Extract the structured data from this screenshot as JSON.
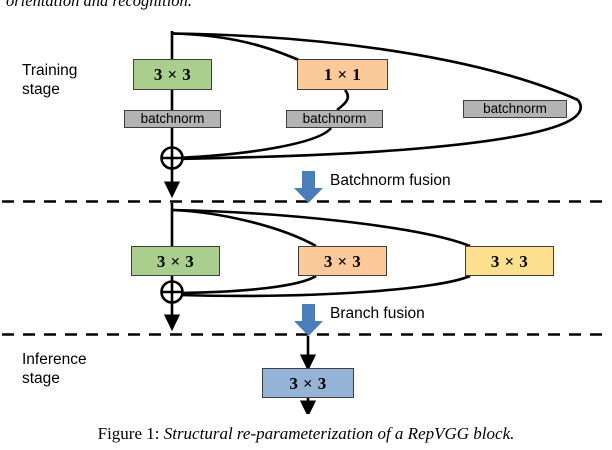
{
  "page": {
    "top_cut_text": "orientation and recognition.",
    "background": "#ffffff"
  },
  "colors": {
    "conv3x3_green": "#a9ce8d",
    "conv1x1_orange": "#fbc99a",
    "identity_yellow": "#fce08d",
    "fused_blue": "#95b3d7",
    "batchnorm_gray": "#b3b3b3",
    "arrow_blue": "#4a7ebb",
    "stroke_black": "#000000",
    "box_border": "#3f3f3f"
  },
  "diagram": {
    "training": {
      "stage_label": "Training\nstage",
      "branches": [
        {
          "name": "conv3x3",
          "op_label": "3 × 3",
          "norm_label": "batchnorm",
          "color": "#a9ce8d"
        },
        {
          "name": "conv1x1",
          "op_label": "1 × 1",
          "norm_label": "batchnorm",
          "color": "#fbc99a"
        },
        {
          "name": "identity",
          "op_label": "",
          "norm_label": "batchnorm",
          "color": "#b3b3b3"
        }
      ],
      "merge_symbol": "⊕"
    },
    "fusion_steps": [
      {
        "name": "batchnorm-fusion",
        "label": "Batchnorm fusion"
      },
      {
        "name": "branch-fusion",
        "label": "Branch fusion"
      }
    ],
    "fused_branches": {
      "merge_symbol": "⊕",
      "boxes": [
        {
          "name": "fused-conv3x3-green",
          "label": "3 × 3",
          "color": "#a9ce8d"
        },
        {
          "name": "fused-conv3x3-orange",
          "label": "3 × 3",
          "color": "#fbc99a"
        },
        {
          "name": "fused-conv3x3-yellow",
          "label": "3 × 3",
          "color": "#fce08d"
        }
      ]
    },
    "inference": {
      "stage_label": "Inference\nstage",
      "box": {
        "name": "inference-conv3x3",
        "label": "3 × 3",
        "color": "#95b3d7"
      }
    }
  },
  "caption": {
    "label": "Figure 1: ",
    "body": "Structural re-parameterization of a RepVGG block."
  }
}
